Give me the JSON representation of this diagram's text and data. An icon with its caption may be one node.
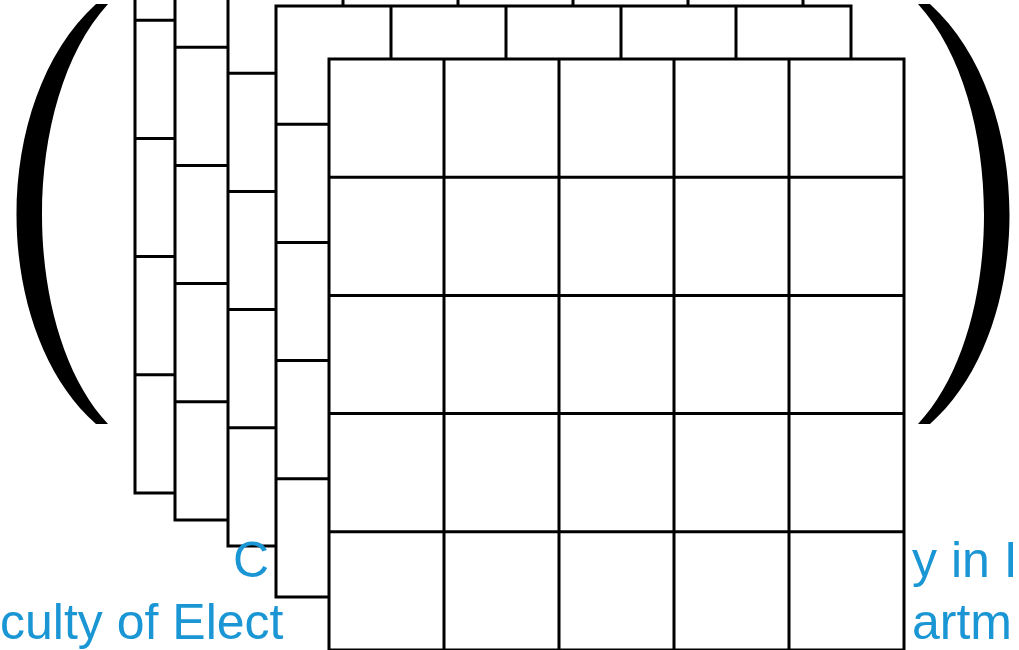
{
  "diagram": {
    "labels": [
      "C",
      "y in I",
      "culty of Elect",
      "artm"
    ]
  }
}
